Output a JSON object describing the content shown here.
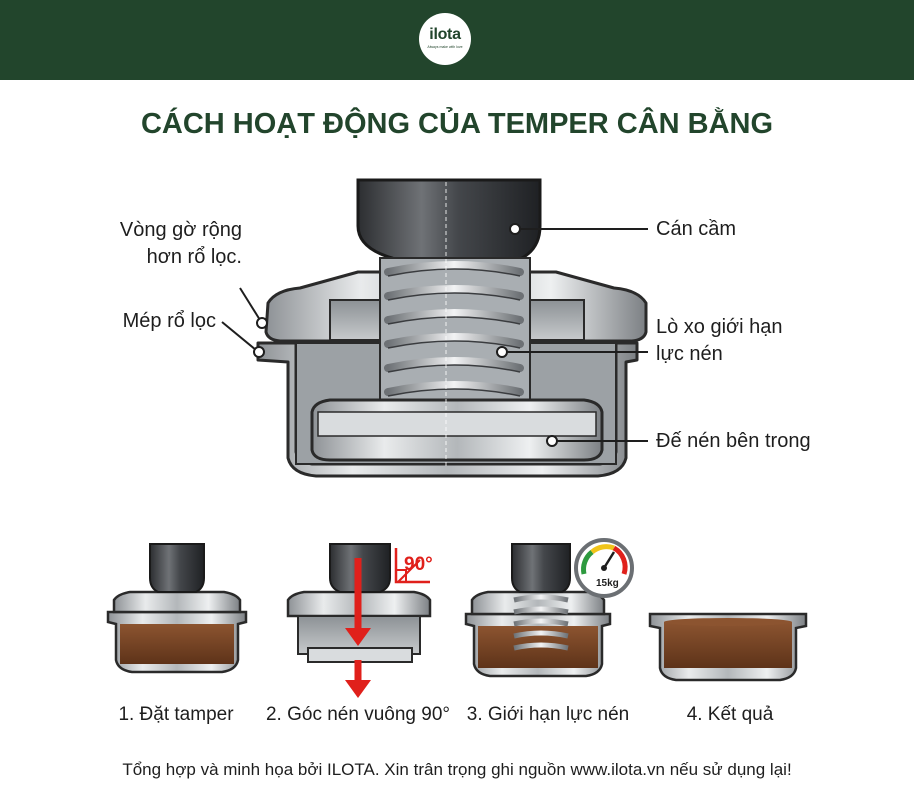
{
  "header": {
    "logo_text": "ilota",
    "logo_tagline": "Always make with love"
  },
  "title": "CÁCH HOẠT ĐỘNG CỦA TEMPER CÂN BẰNG",
  "labels": {
    "wide_rim": [
      "Vòng gờ rộng",
      "hơn rổ lọc."
    ],
    "basket_edge": "Mép rổ lọc",
    "handle": "Cán cầm",
    "spring": [
      "Lò xo giới hạn",
      "lực nén"
    ],
    "inner_base": "Đế nén bên trong"
  },
  "steps": [
    {
      "label": "1. Đặt tamper"
    },
    {
      "label": "2. Góc nén vuông 90°",
      "angle": "90°"
    },
    {
      "label": "3. Giới hạn lực nén",
      "gauge": "15kg"
    },
    {
      "label": "4. Kết quả"
    }
  ],
  "footer": "Tổng hợp và minh họa bởi ILOTA. Xin trân trọng ghi nguồn www.ilota.vn nếu sử dụng lại!",
  "colors": {
    "header_bg": "#22452c",
    "title": "#22452c",
    "arrow": "#e0201b",
    "coffee": "#7a4526"
  }
}
